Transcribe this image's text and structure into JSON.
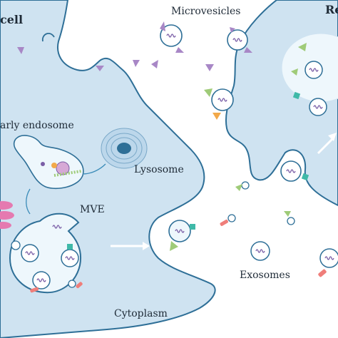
{
  "labels": {
    "donor_cell": "cell",
    "recipient_cell": "Re",
    "microvesicles": "Microvesicles",
    "early_endosome": "arly endosome",
    "lysosome": "Lysosome",
    "mve": "MVE",
    "exosomes": "Exosomes",
    "cytoplasm": "Cytoplasm"
  },
  "colors": {
    "cytoplasm_fill": "#cfe3f1",
    "membrane": "#2e6f97",
    "vesicle_fill": "#eef7fc",
    "rna": "#7a5ea6",
    "receptor_purple": "#a887c6",
    "receptor_green": "#9fcb78",
    "receptor_orange": "#f2a94a",
    "receptor_teal": "#3fb9a8",
    "ligand_red": "#ef7e7a",
    "arrow": "#ffffff"
  },
  "icons": [
    "lysosome-icon",
    "early-endosome-icon",
    "mve-icon",
    "exosome-icon",
    "microvesicle-icon",
    "rna-icon"
  ]
}
